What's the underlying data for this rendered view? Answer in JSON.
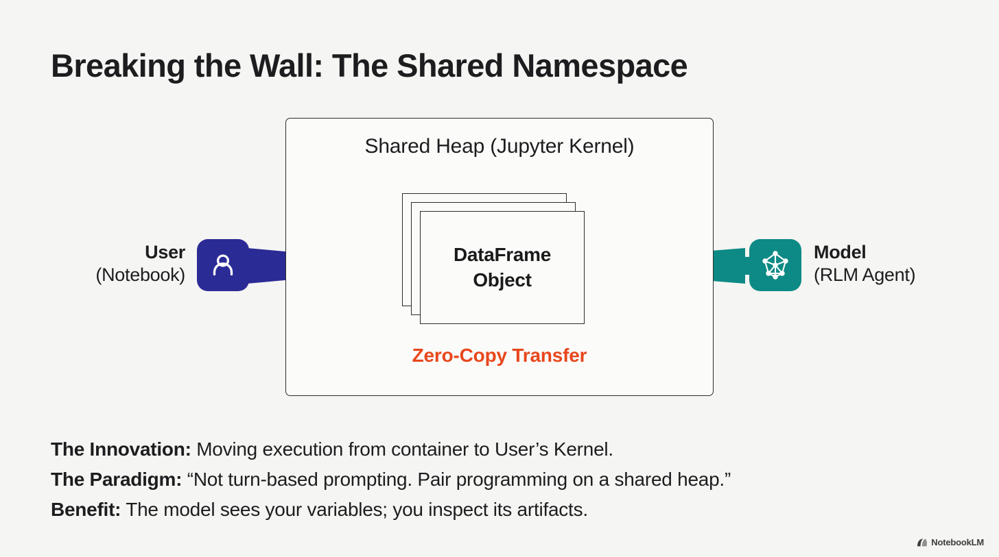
{
  "slide": {
    "title": "Breaking the Wall: The Shared Namespace",
    "background_color": "#f5f5f3"
  },
  "diagram": {
    "container_label": "Shared Heap (Jupyter Kernel)",
    "object_card": {
      "line1": "DataFrame",
      "line2": "Object",
      "stack_count": 3
    },
    "transfer_label": "Zero-Copy Transfer",
    "transfer_color": "#e8471c",
    "left_endpoint": {
      "title": "User",
      "subtitle": "(Notebook)",
      "icon": "person-icon",
      "color": "#2b2b96",
      "arrow_direction": "right"
    },
    "right_endpoint": {
      "title": "Model",
      "subtitle": "(RLM Agent)",
      "icon": "network-graph-icon",
      "color": "#0d8a85",
      "arrow_direction": "left"
    }
  },
  "bottom": {
    "lines": [
      {
        "lead": "The Innovation:",
        "rest": " Moving execution from container to User’s Kernel."
      },
      {
        "lead": "The Paradigm:",
        "rest": " “Not turn-based prompting. Pair programming on a shared heap.”"
      },
      {
        "lead": "Benefit:",
        "rest": " The model sees your variables; you inspect its artifacts."
      }
    ]
  },
  "watermark": {
    "text": "NotebookLM",
    "icon": "notebooklm-logo-icon"
  }
}
